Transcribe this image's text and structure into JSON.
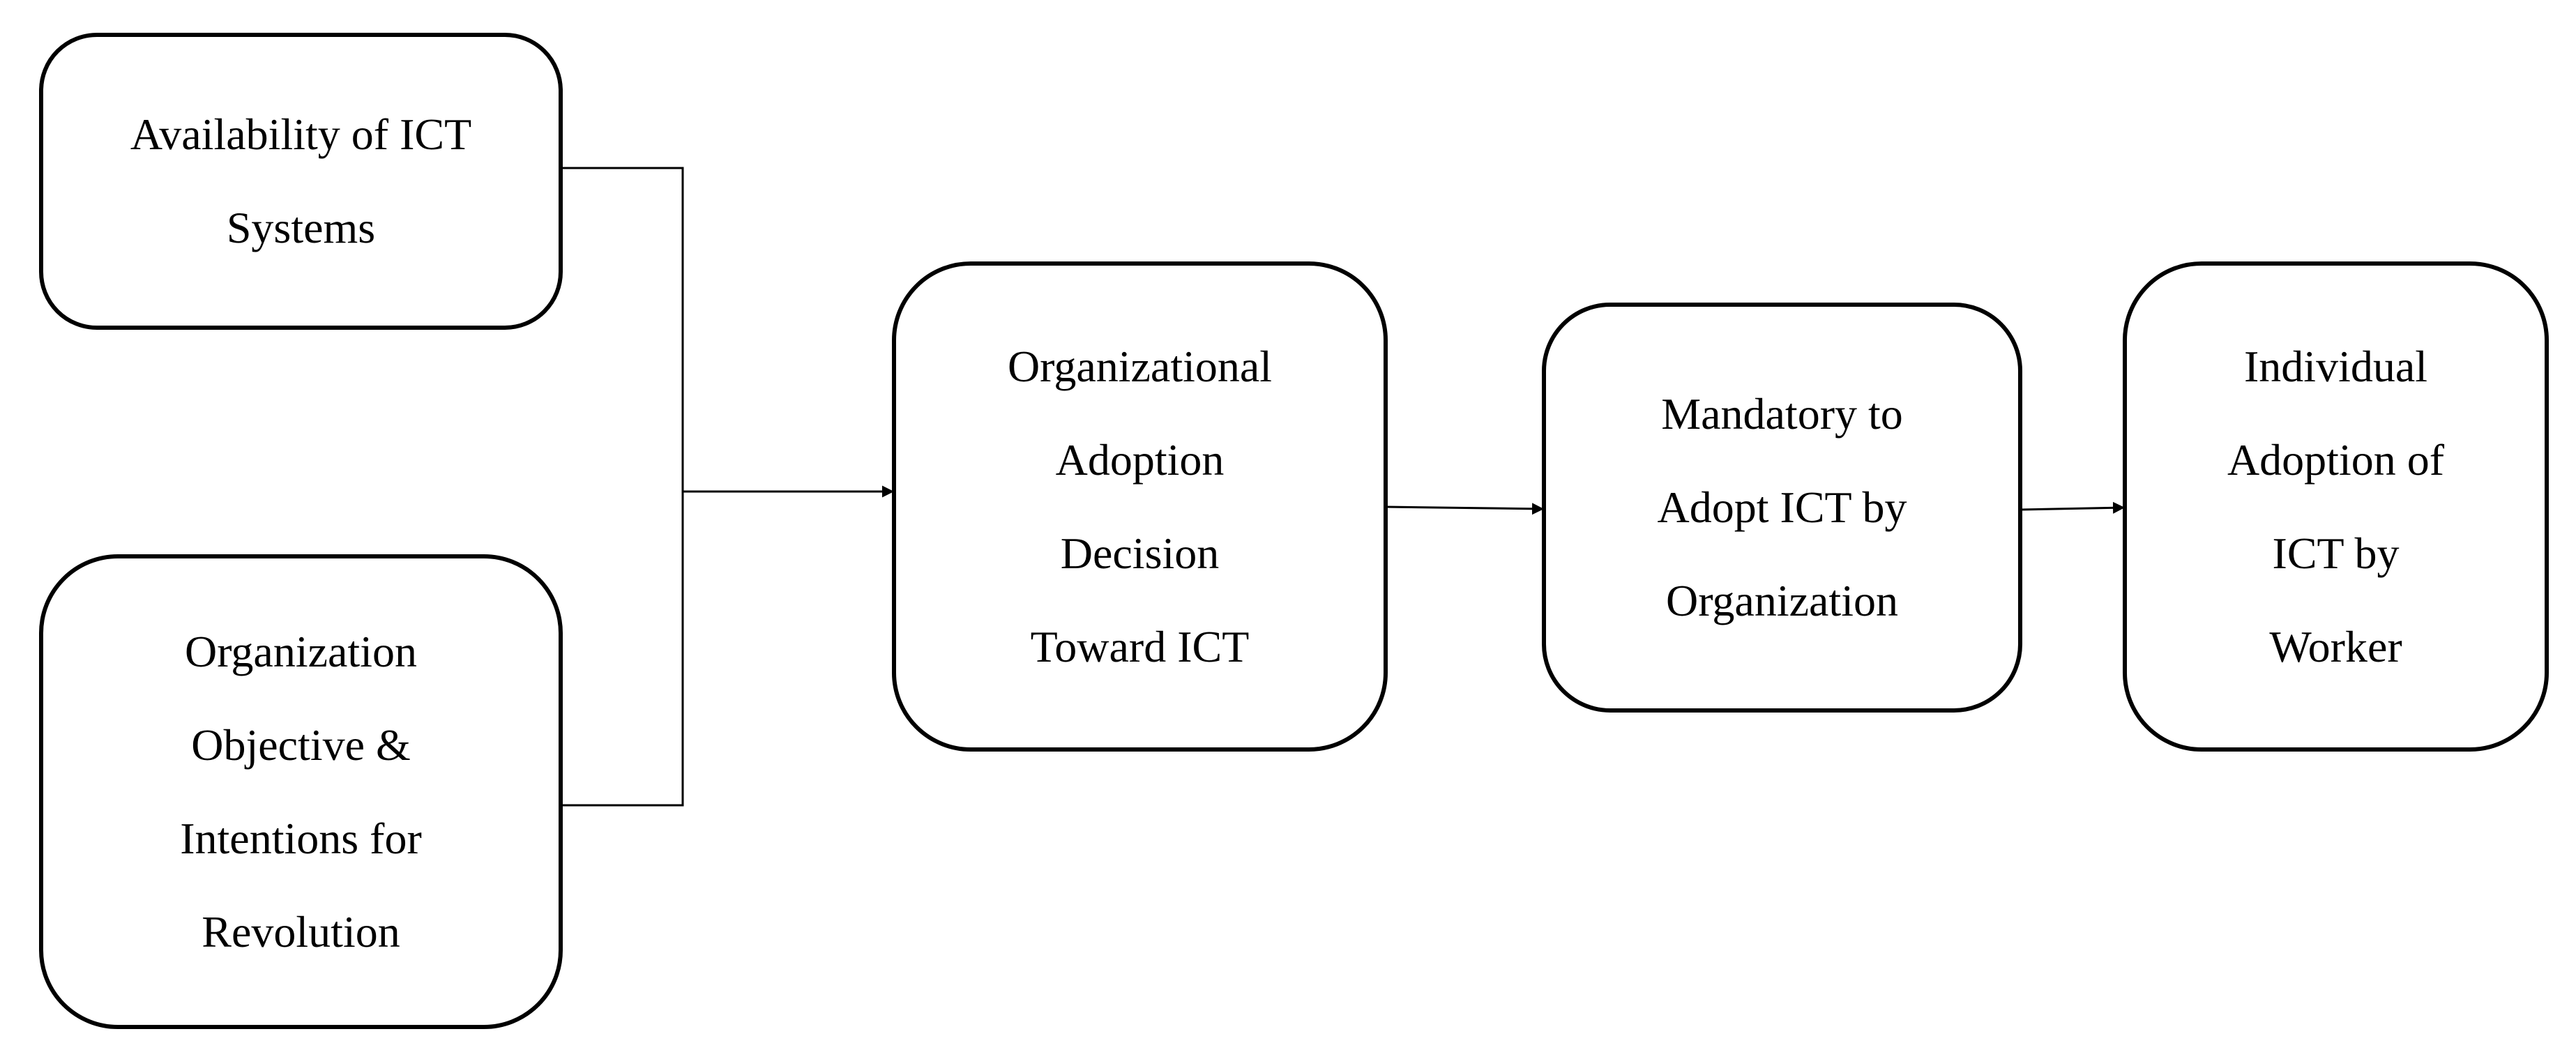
{
  "nodes": {
    "availability": {
      "lines": [
        "Availability of ICT",
        "Systems"
      ]
    },
    "objective": {
      "lines": [
        "Organization",
        "Objective &",
        "Intentions for",
        "Revolution"
      ]
    },
    "org_adoption": {
      "lines": [
        "Organizational",
        "Adoption",
        "Decision",
        "Toward ICT"
      ]
    },
    "mandatory": {
      "lines": [
        "Mandatory to",
        "Adopt ICT by",
        "Organization"
      ]
    },
    "individual": {
      "lines": [
        "Individual",
        "Adoption of",
        "ICT by",
        "Worker"
      ]
    }
  },
  "edges": [
    {
      "from": "availability",
      "to": "org_adoption"
    },
    {
      "from": "objective",
      "to": "org_adoption"
    },
    {
      "from": "org_adoption",
      "to": "mandatory"
    },
    {
      "from": "mandatory",
      "to": "individual"
    }
  ]
}
